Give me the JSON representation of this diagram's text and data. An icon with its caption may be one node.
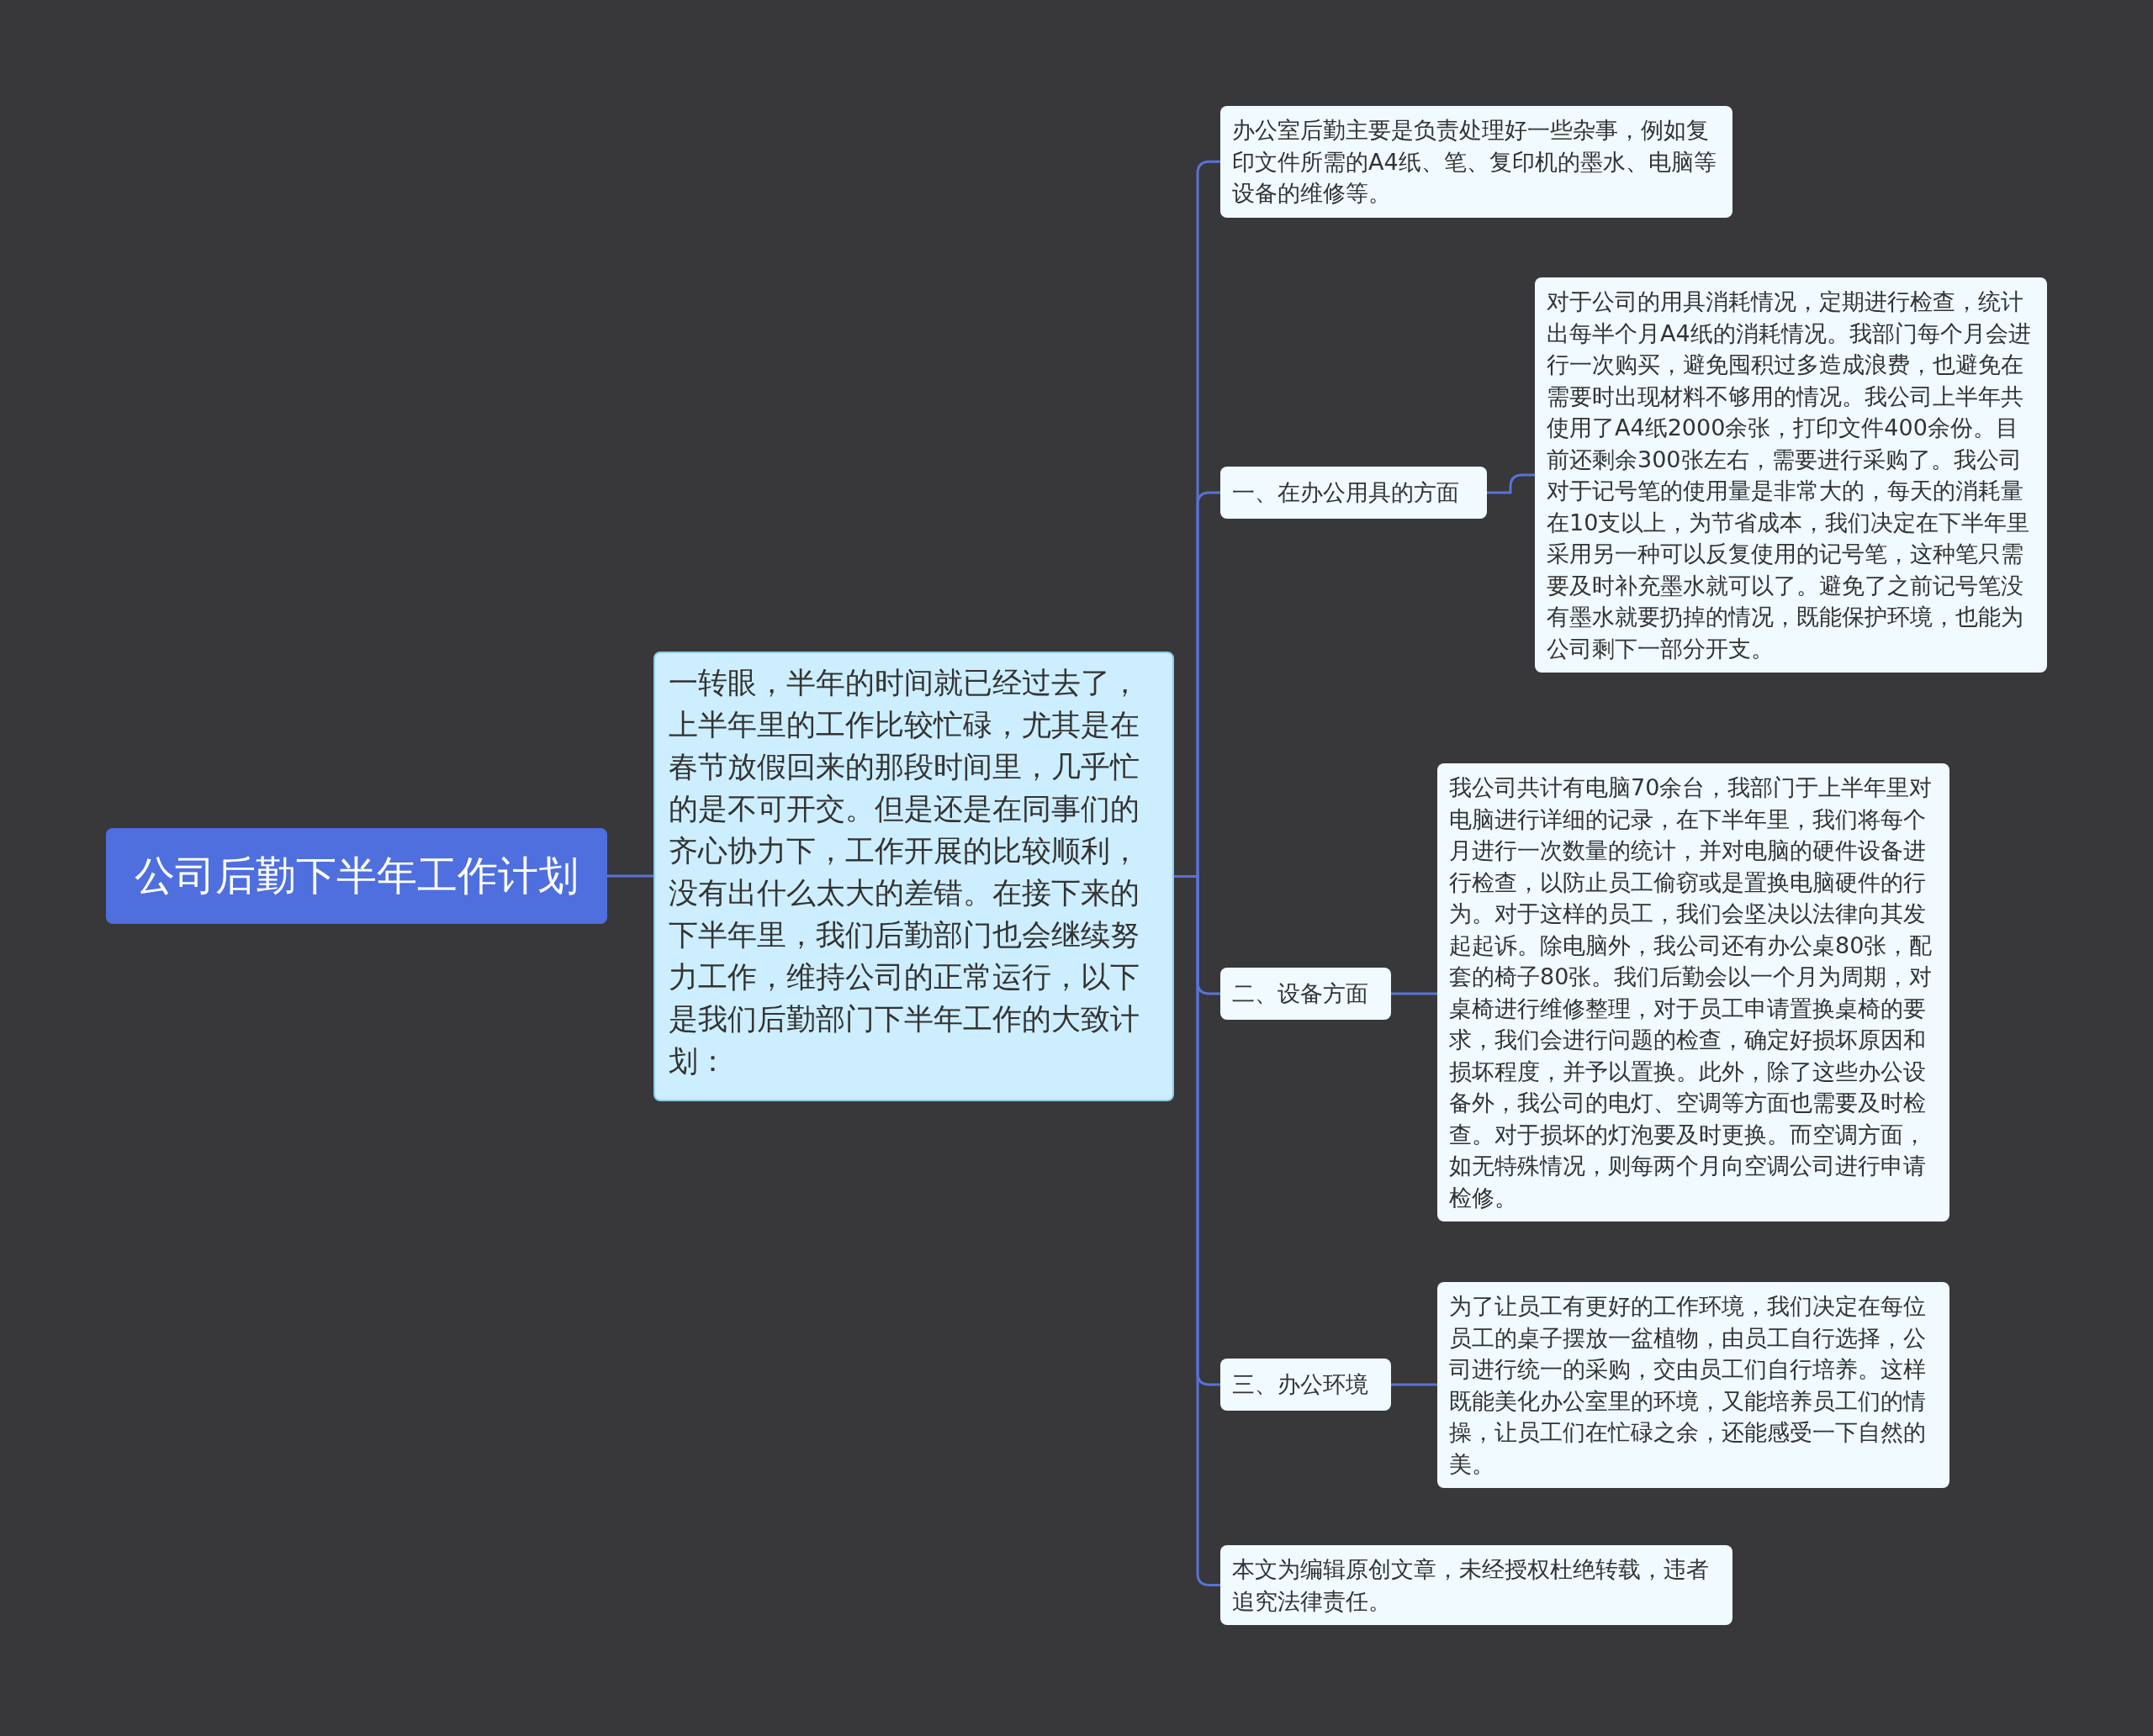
{
  "diagram": {
    "nodes": [
      {
        "text": [
          "公司后勤下半年工作计划"
        ]
      },
      {
        "text": [
          "一转眼，半年的时间就已经过去了，上半年里的工作比较忙碌，尤其是在春节放假回来的那段时间里，几乎忙的是不可开交。但是还是在同事们的齐心协力下，工作开展的比较顺利，没有出什么太大的差错。在接下来的下半年里，我们后勤部门也会继续努力工作，维持公司的正常运行，以下是我们后勤部门下半年工作的大致计划："
        ]
      },
      {
        "text": [
          "办公室后勤主要是负责处理好一些杂事，例如复印文件所需的A4纸、笔、复印机的墨水、电脑等设备的维修等。"
        ]
      },
      {
        "text": [
          "一、在办公用具的方面"
        ]
      },
      {
        "text": [
          "对于公司的用具消耗情况，定期进行检查，统计出每半个月A4纸的消耗情况。我部门每个月会进行一次购买，避免囤积过多造成浪费，也避免在需要时出现材料不够用的情况。我公司上半年共使用了A4纸2000余张，打印文件400余份。目前还剩余300张左右，需要进行采购了。我公司对于记号笔的使用量是非常大的，每天的消耗量在10支以上，为节省成本，我们决定在下半年里采用另一种可以反复使用的记号笔，这种笔只需要及时补充墨水就可以了。避免了之前记号笔没有墨水就要扔掉的情况，既能保护环境，也能为公司剩下一部分开支。"
        ]
      },
      {
        "text": [
          "二、设备方面"
        ]
      },
      {
        "text": [
          "我公司共计有电脑70余台，我部门于上半年里对电脑进行详细的记录，在下半年里，我们将每个月进行一次数量的统计，并对电脑的硬件设备进行检查，以防止员工偷窃或是置换电脑硬件的行为。对于这样的员工，我们会坚决以法律向其发起起诉。除电脑外，我公司还有办公桌80张，配套的椅子80张。我们后勤会以一个月为周期，对桌椅进行维修整理，对于员工申请置换桌椅的要求，我们会进行问题的检查，确定好损坏原因和损坏程度，并予以置换。此外，除了这些办公设备外，我公司的电灯、空调等方面也需要及时检查。对于损坏的灯泡要及时更换。而空调方面，如无特殊情况，则每两个月向空调公司进行申请检修。"
        ]
      },
      {
        "text": [
          "三、办公环境"
        ]
      },
      {
        "text": [
          "为了让员工有更好的工作环境，我们决定在每位员工的桌子摆放一盆植物，由员工自行选择，公司进行统一的采购，交由员工们自行培养。这样既能美化办公室里的环境，又能培养员工们的情操，让员工们在忙碌之余，还能感受一下自然的美。"
        ]
      },
      {
        "text": [
          "本文为编辑原创文章，未经授权杜绝转载，违者追究法律责任。"
        ]
      }
    ],
    "edges": [
      {
        "from": 0,
        "to": 1,
        "arrow": "none"
      },
      {
        "from": 1,
        "to": 2,
        "arrow": "none"
      },
      {
        "from": 1,
        "to": 3,
        "arrow": "none"
      },
      {
        "from": 3,
        "to": 4,
        "arrow": "none"
      },
      {
        "from": 1,
        "to": 5,
        "arrow": "none"
      },
      {
        "from": 5,
        "to": 6,
        "arrow": "none"
      },
      {
        "from": 1,
        "to": 7,
        "arrow": "none"
      },
      {
        "from": 7,
        "to": 8,
        "arrow": "none"
      },
      {
        "from": 1,
        "to": 9,
        "arrow": "none"
      }
    ]
  }
}
